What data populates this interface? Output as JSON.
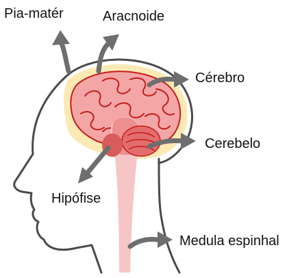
{
  "labels": {
    "pia_mater": "Pia-matér",
    "aracnoide": "Aracnoide",
    "cerebro": "Cérebro",
    "cerebelo": "Cerebelo",
    "hipofise": "Hipófise",
    "medula": "Medula espinhal"
  },
  "colors": {
    "outline": "#4a4a4a",
    "arrow": "#6e6e6e",
    "pia_layer": "#fce9b4",
    "brain": "#f4a6a6",
    "gyri": "#c41c1c",
    "cerebellum": "#e36c6c",
    "pituitary": "#d95b5b",
    "spinal_cord": "#f6c6c6"
  }
}
